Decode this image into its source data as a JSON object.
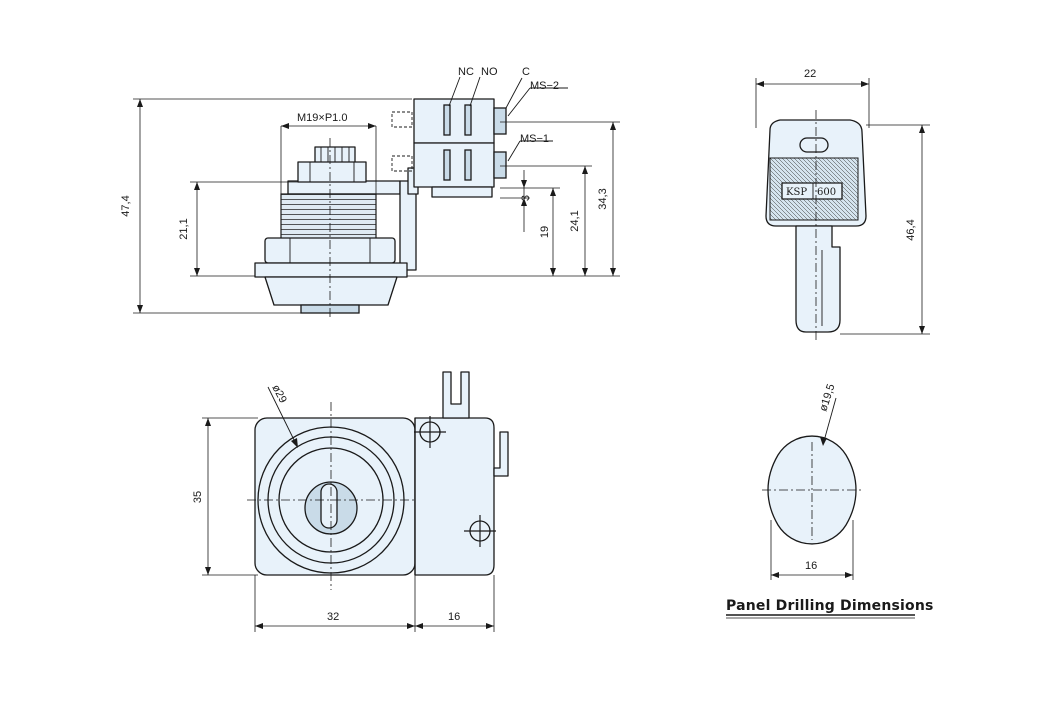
{
  "side_view": {
    "thread_label": "M19×P1.0",
    "terminal_nc": "NC",
    "terminal_no": "NO",
    "terminal_c": "C",
    "switch_ms2": "MS−2",
    "switch_ms1": "MS−1",
    "dim_overall_height": "47,4",
    "dim_body_height": "21,1",
    "dim_3": "3",
    "dim_19": "19",
    "dim_24_1": "24,1",
    "dim_34_3": "34,3"
  },
  "key_view": {
    "key_text_left": "KSP",
    "key_text_right": "600",
    "dim_width": "22",
    "dim_length": "46,4"
  },
  "front_view": {
    "dim_diameter": "ø29",
    "dim_height": "35",
    "dim_width_main": "32",
    "dim_width_switch": "16"
  },
  "panel_drilling": {
    "dim_diameter": "ø19,5",
    "dim_flat": "16",
    "caption": "Panel Drilling Dimensions"
  }
}
